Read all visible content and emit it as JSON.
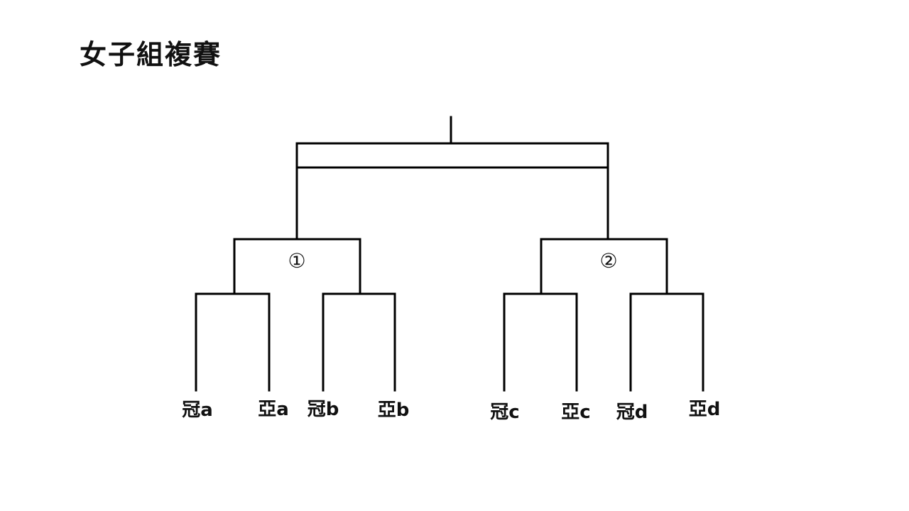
{
  "title": "女子組複賽",
  "matches": [
    {
      "label": "①"
    },
    {
      "label": "②"
    }
  ],
  "entries": [
    "冠a",
    "亞a",
    "冠b",
    "亞b",
    "冠c",
    "亞c",
    "冠d",
    "亞d"
  ]
}
